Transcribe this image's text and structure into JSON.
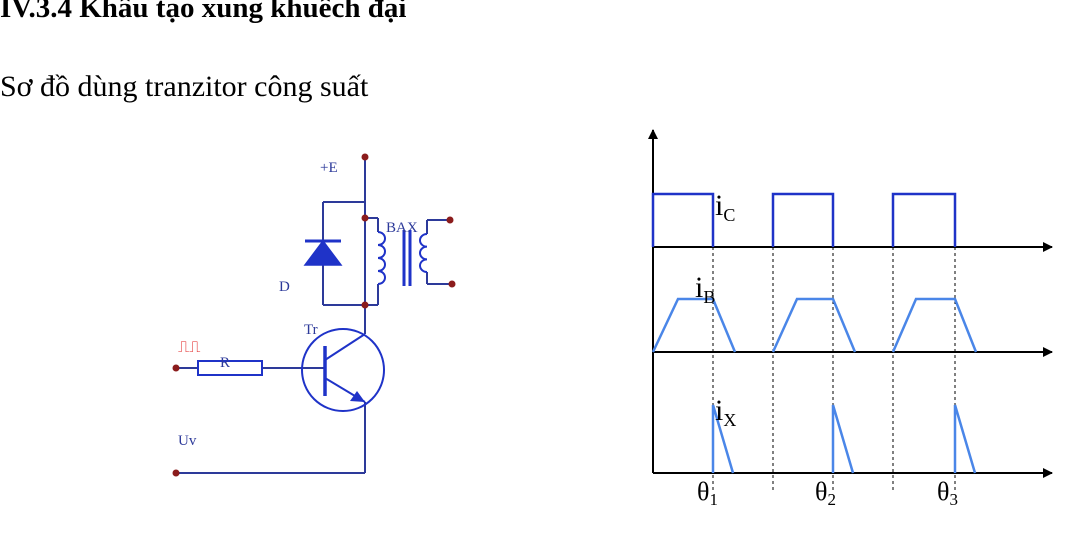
{
  "heading": "IV.3.4 Khâu tạo xung khuếch đại",
  "subheading": "Sơ đồ dùng tranzitor công suất",
  "circuit": {
    "supply_label": "+E",
    "diode_label": "D",
    "transformer_label": "BAX",
    "transistor_label": "Tr",
    "resistor_label": "R",
    "input_label": "Uv",
    "pulse_symbol": "⎍⎍",
    "colors": {
      "wire": "#2d3a9a",
      "component": "#1f33c8",
      "terminal": "#8b1c1c",
      "pulse": "#e02020"
    }
  },
  "waveforms": {
    "ic": {
      "main": "i",
      "sub": "C"
    },
    "ib": {
      "main": "i",
      "sub": "B"
    },
    "ix": {
      "main": "i",
      "sub": "X"
    },
    "theta": [
      {
        "main": "θ",
        "sub": "1"
      },
      {
        "main": "θ",
        "sub": "2"
      },
      {
        "main": "θ",
        "sub": "3"
      }
    ],
    "colors": {
      "ic": "#1f33c8",
      "ib_ix": "#4a86e8",
      "axis": "#000000"
    }
  }
}
